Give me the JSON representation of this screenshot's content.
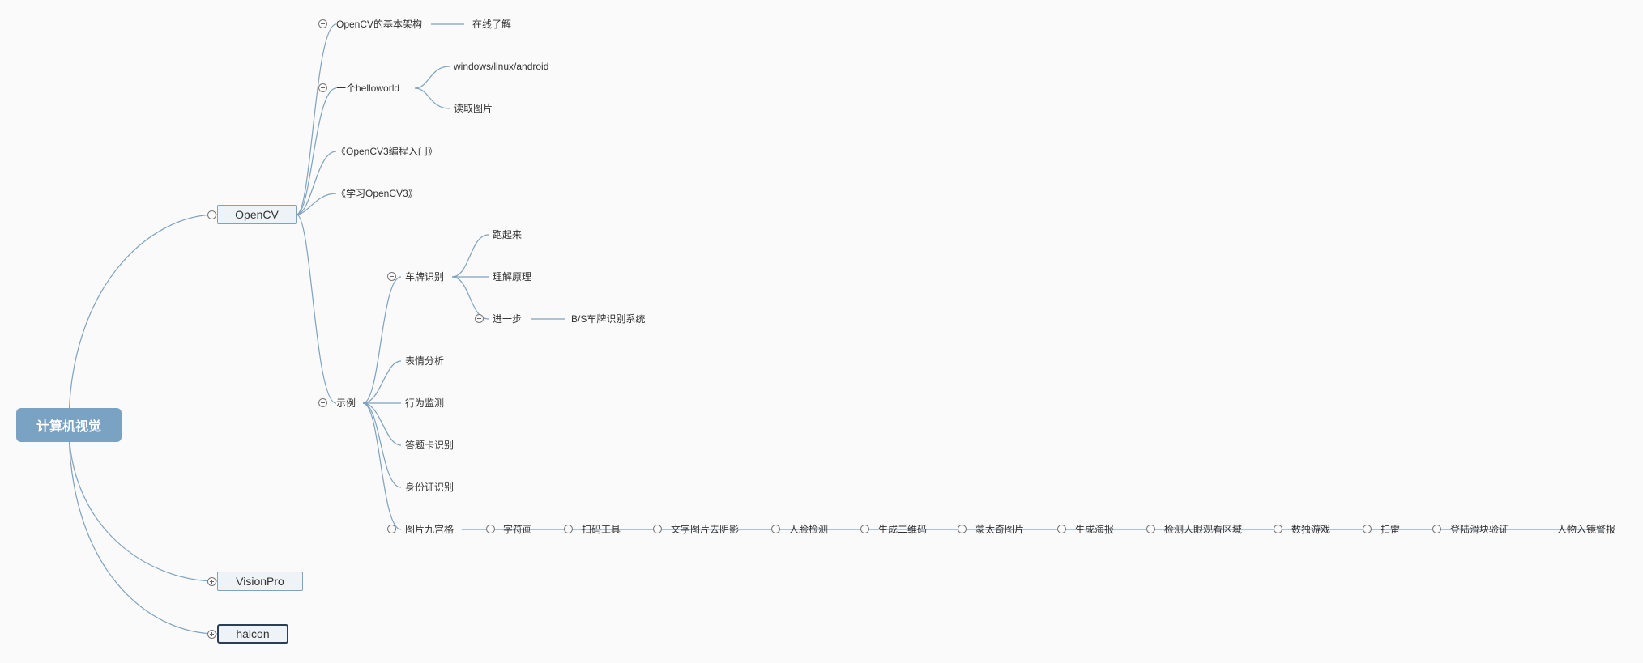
{
  "root": {
    "label": "计算机视觉"
  },
  "branches": {
    "opencv": "OpenCV",
    "visionpro": "VisionPro",
    "halcon": "halcon"
  },
  "opencv": {
    "arch": "OpenCV的基本架构",
    "arch_child": "在线了解",
    "hello": "一个helloworld",
    "hello_children": [
      "windows/linux/android",
      "读取图片"
    ],
    "book1": "《OpenCV3编程入门》",
    "book2": "《学习OpenCV3》",
    "examples": "示例"
  },
  "examples": {
    "plate": "车牌识别",
    "plate_children": [
      "跑起来",
      "理解原理",
      "进一步"
    ],
    "plate_further": "B/S车牌识别系统",
    "items": [
      "表情分析",
      "行为监测",
      "答题卡识别",
      "身份证识别"
    ],
    "grid": "图片九宫格",
    "chain": [
      "字符画",
      "扫码工具",
      "文字图片去阴影",
      "人脸检测",
      "生成二维码",
      "蒙太奇图片",
      "生成海报",
      "检测人眼观看区域",
      "数独游戏",
      "扫雷",
      "登陆滑块验证",
      "人物入镜警报"
    ]
  },
  "colors": {
    "root_fill": "#7aa2c2",
    "branch_fill": "#eef3f8",
    "connector": "#7fa2bd",
    "selected_border": "#2a3f55"
  }
}
